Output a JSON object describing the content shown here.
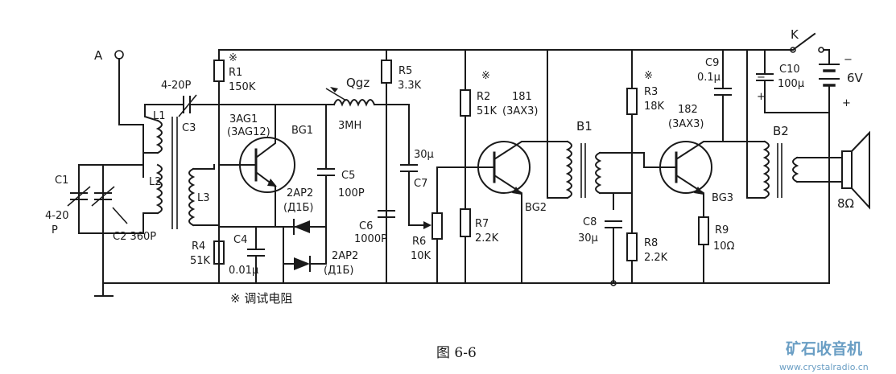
{
  "labels": {
    "antenna": "A",
    "c3_range": "4-20P",
    "c3": "C3",
    "l1": "L1",
    "l2": "L2",
    "l3": "L3",
    "c1": "C1",
    "c1_range": "4-20",
    "c1_unit": "P",
    "c2": "C2 360P",
    "r1_mark": "※",
    "r1": "R1",
    "r1_val": "150K",
    "q1_type": "3AG1",
    "q1_alt": "(3AG12)",
    "bg1": "BG1",
    "qgz": "Qgz",
    "qgz_val": "3MH",
    "c5": "C5",
    "c5_val": "100P",
    "d1": "2AP2",
    "d1_alt": "(Д1Б)",
    "r4": "R4",
    "r4_val": "51K",
    "c4": "C4",
    "c4_val": "0.01μ",
    "d2": "2AP2",
    "d2_alt": "(Д1Б)",
    "r5": "R5",
    "r5_val": "3.3K",
    "c7_val": "30μ",
    "c7": "C7",
    "c6": "C6",
    "c6_val": "1000P",
    "r6": "R6",
    "r6_val": "10K",
    "r2_mark": "※",
    "r2": "R2",
    "r2_val": "51K",
    "q2_type": "181",
    "q2_alt": "(3AX3)",
    "r7": "R7",
    "r7_val": "2.2K",
    "bg2": "BG2",
    "b1": "B1",
    "c8": "C8",
    "c8_val": "30μ",
    "r3_mark": "※",
    "r3": "R3",
    "r3_val": "18K",
    "q3_type": "182",
    "q3_alt": "(3AX3)",
    "r8": "R8",
    "r8_val": "2.2K",
    "bg3": "BG3",
    "r9": "R9",
    "r9_val": "10Ω",
    "c9": "C9",
    "c9_val": "0.1μ",
    "c10": "C10",
    "c10_val": "100μ",
    "k": "K",
    "battery": "6V",
    "b2": "B2",
    "speaker": "8Ω",
    "note": "※ 调试电阻",
    "caption": "图 6-6",
    "watermark_cn": "矿石收音机",
    "watermark_url": "www.crystalradio.cn"
  },
  "colors": {
    "ink": "#1a1a1a",
    "watermark": "#6a9ec4"
  }
}
